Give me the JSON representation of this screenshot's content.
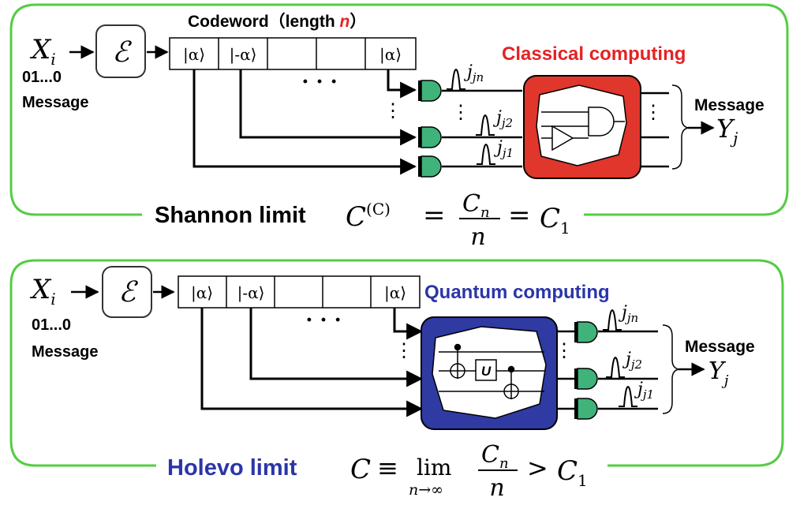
{
  "colors": {
    "frame": "#55cc44",
    "classical_box": "#e0362c",
    "quantum_box": "#2f3aa3",
    "classical_text": "#e52222",
    "quantum_text": "#2b35a8",
    "detector": "#3fb37a"
  },
  "top": {
    "input_symbol": "X",
    "input_sub": "i",
    "bits": "01...0",
    "message": "Message",
    "encoder": "ℰ",
    "codeword_title": "Codeword（length ",
    "codeword_n": "n",
    "codeword_close": "）",
    "cells": [
      "|α⟩",
      "|-α⟩",
      "",
      "",
      "|α⟩"
    ],
    "ellipsis": "· · ·",
    "vdots": "⋮",
    "labels": [
      "jn",
      "j2",
      "j1"
    ],
    "processor_label": "Classical computing",
    "output_message": "Message",
    "output_symbol": "Y",
    "output_sub": "j",
    "limit_name": "Shannon limit",
    "formula_lhs": "C",
    "formula_sup": "(C)",
    "formula_num": "C",
    "formula_num_sub": "n",
    "formula_den": "n",
    "formula_rhs": "C",
    "formula_rhs_sub": "1"
  },
  "bottom": {
    "input_symbol": "X",
    "input_sub": "i",
    "bits": "01...0",
    "message": "Message",
    "encoder": "ℰ",
    "cells": [
      "|α⟩",
      "|-α⟩",
      "",
      "",
      "|α⟩"
    ],
    "ellipsis": "· · ·",
    "vdots": "⋮",
    "labels": [
      "jn",
      "j2",
      "j1"
    ],
    "gate_label": "U",
    "processor_label": "Quantum computing",
    "output_message": "Message",
    "output_symbol": "Y",
    "output_sub": "j",
    "limit_name": "Holevo limit",
    "formula_lhs": "C",
    "formula_equiv": "≡",
    "formula_lim": "lim",
    "formula_lim_sub": "n→∞",
    "formula_num": "C",
    "formula_num_sub": "n",
    "formula_den": "n",
    "formula_gt": ">",
    "formula_rhs": "C",
    "formula_rhs_sub": "1"
  }
}
